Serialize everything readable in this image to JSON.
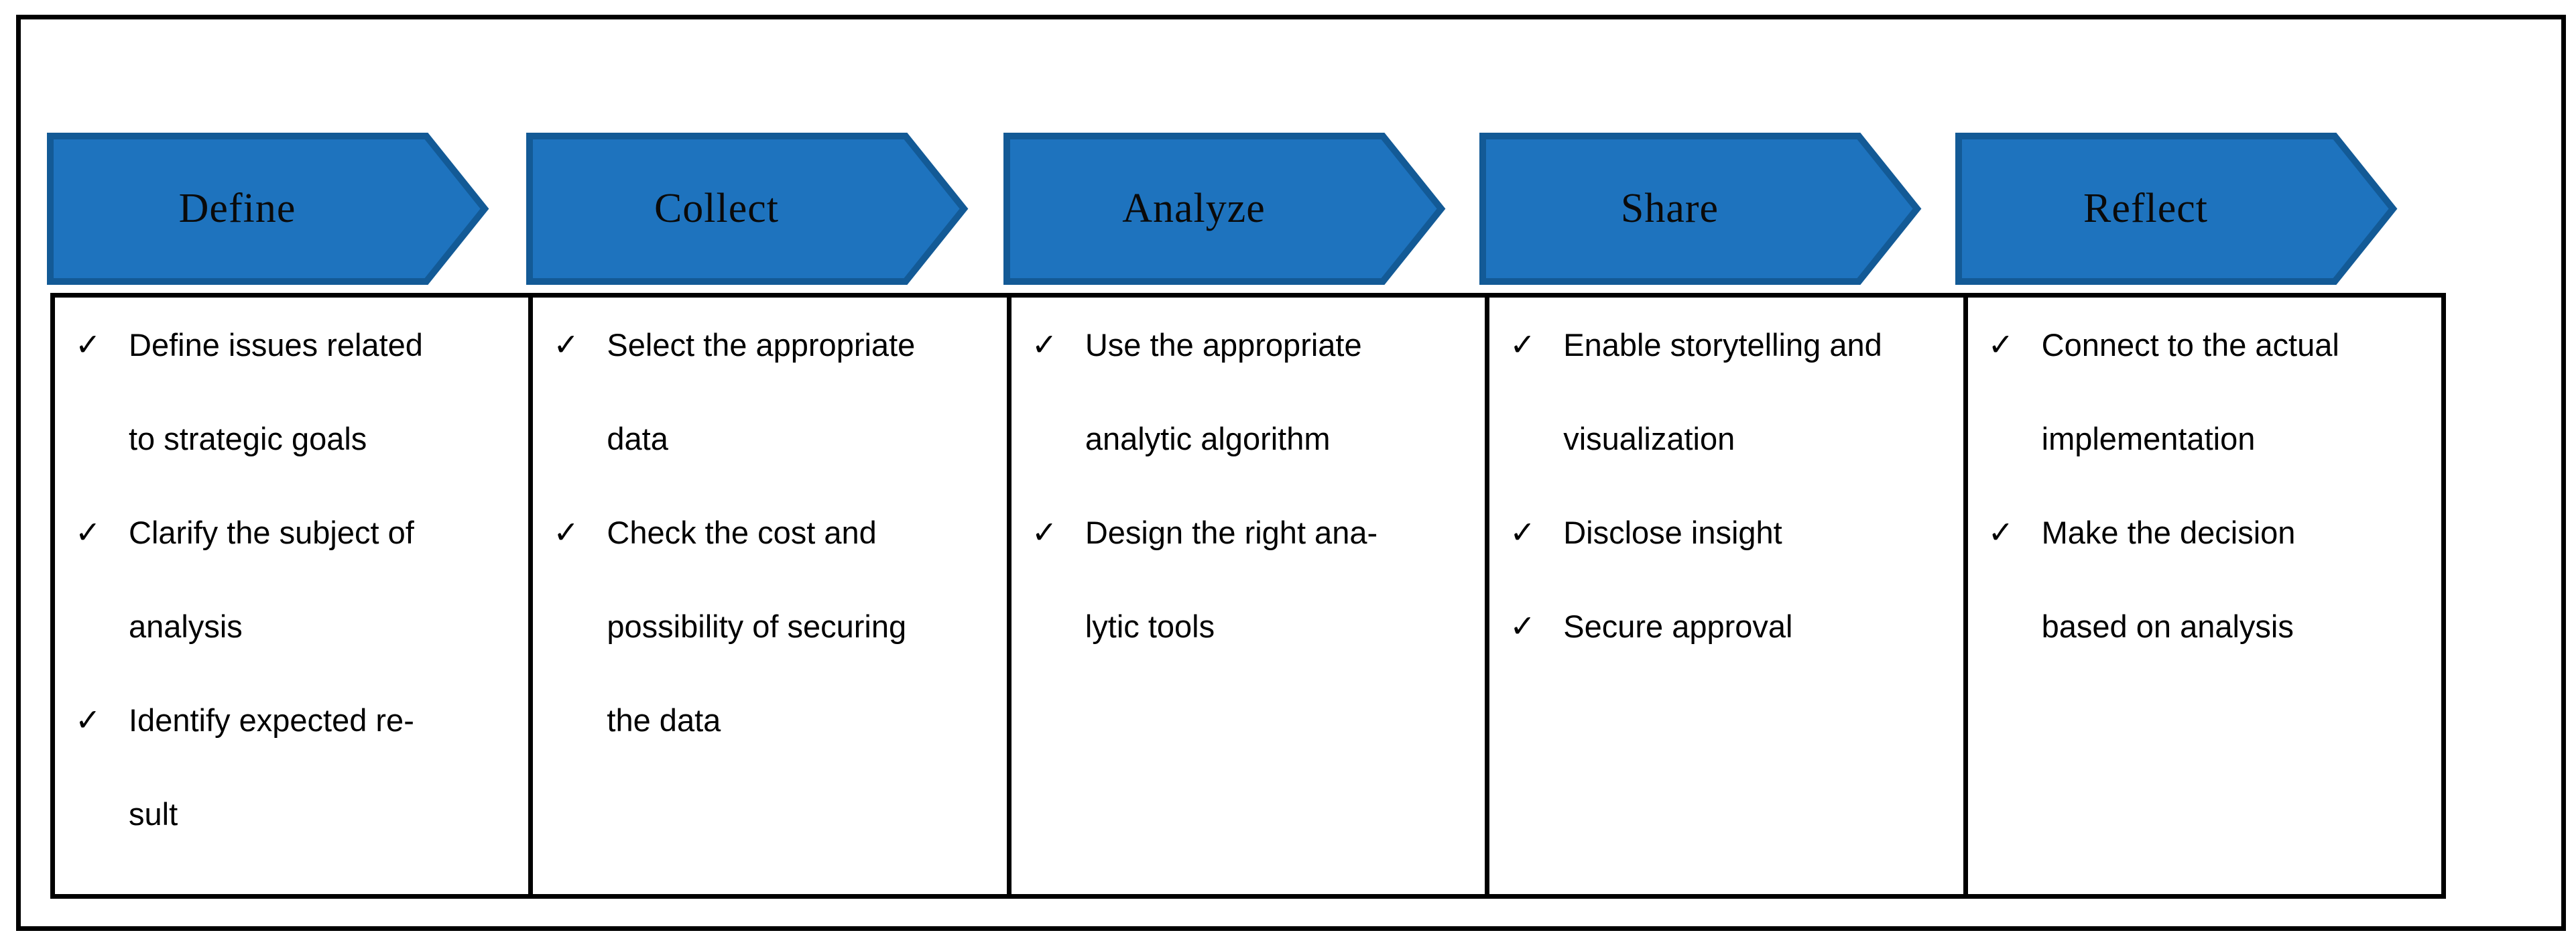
{
  "diagram": {
    "columns": [
      {
        "title": "Define",
        "items": [
          {
            "lines": [
              "Define issues related",
              "to strategic goals"
            ]
          },
          {
            "lines": [
              "Clarify the subject of",
              "analysis"
            ]
          },
          {
            "lines": [
              "Identify expected re-",
              "sult"
            ]
          }
        ]
      },
      {
        "title": "Collect",
        "items": [
          {
            "lines": [
              "Select the appropriate",
              "data"
            ]
          },
          {
            "lines": [
              "Check the cost and",
              "possibility of securing",
              "the data"
            ]
          }
        ]
      },
      {
        "title": "Analyze",
        "items": [
          {
            "lines": [
              "Use the appropriate",
              "analytic algorithm"
            ]
          },
          {
            "lines": [
              "Design the right ana-",
              "lytic tools"
            ]
          }
        ]
      },
      {
        "title": "Share",
        "items": [
          {
            "lines": [
              "Enable storytelling and",
              "visualization"
            ]
          },
          {
            "lines": [
              "Disclose insight"
            ]
          },
          {
            "lines": [
              "Secure approval"
            ]
          }
        ]
      },
      {
        "title": "Reflect",
        "items": [
          {
            "lines": [
              "Connect to the actual",
              "implementation"
            ]
          },
          {
            "lines": [
              "Make the decision",
              "based on analysis"
            ]
          }
        ]
      }
    ]
  },
  "icons": {
    "checkmark": "✓"
  },
  "colors": {
    "arrow_fill": "#1E73BE",
    "arrow_border": "#135A96",
    "box_border": "#000000",
    "frame_border": "#000000"
  }
}
